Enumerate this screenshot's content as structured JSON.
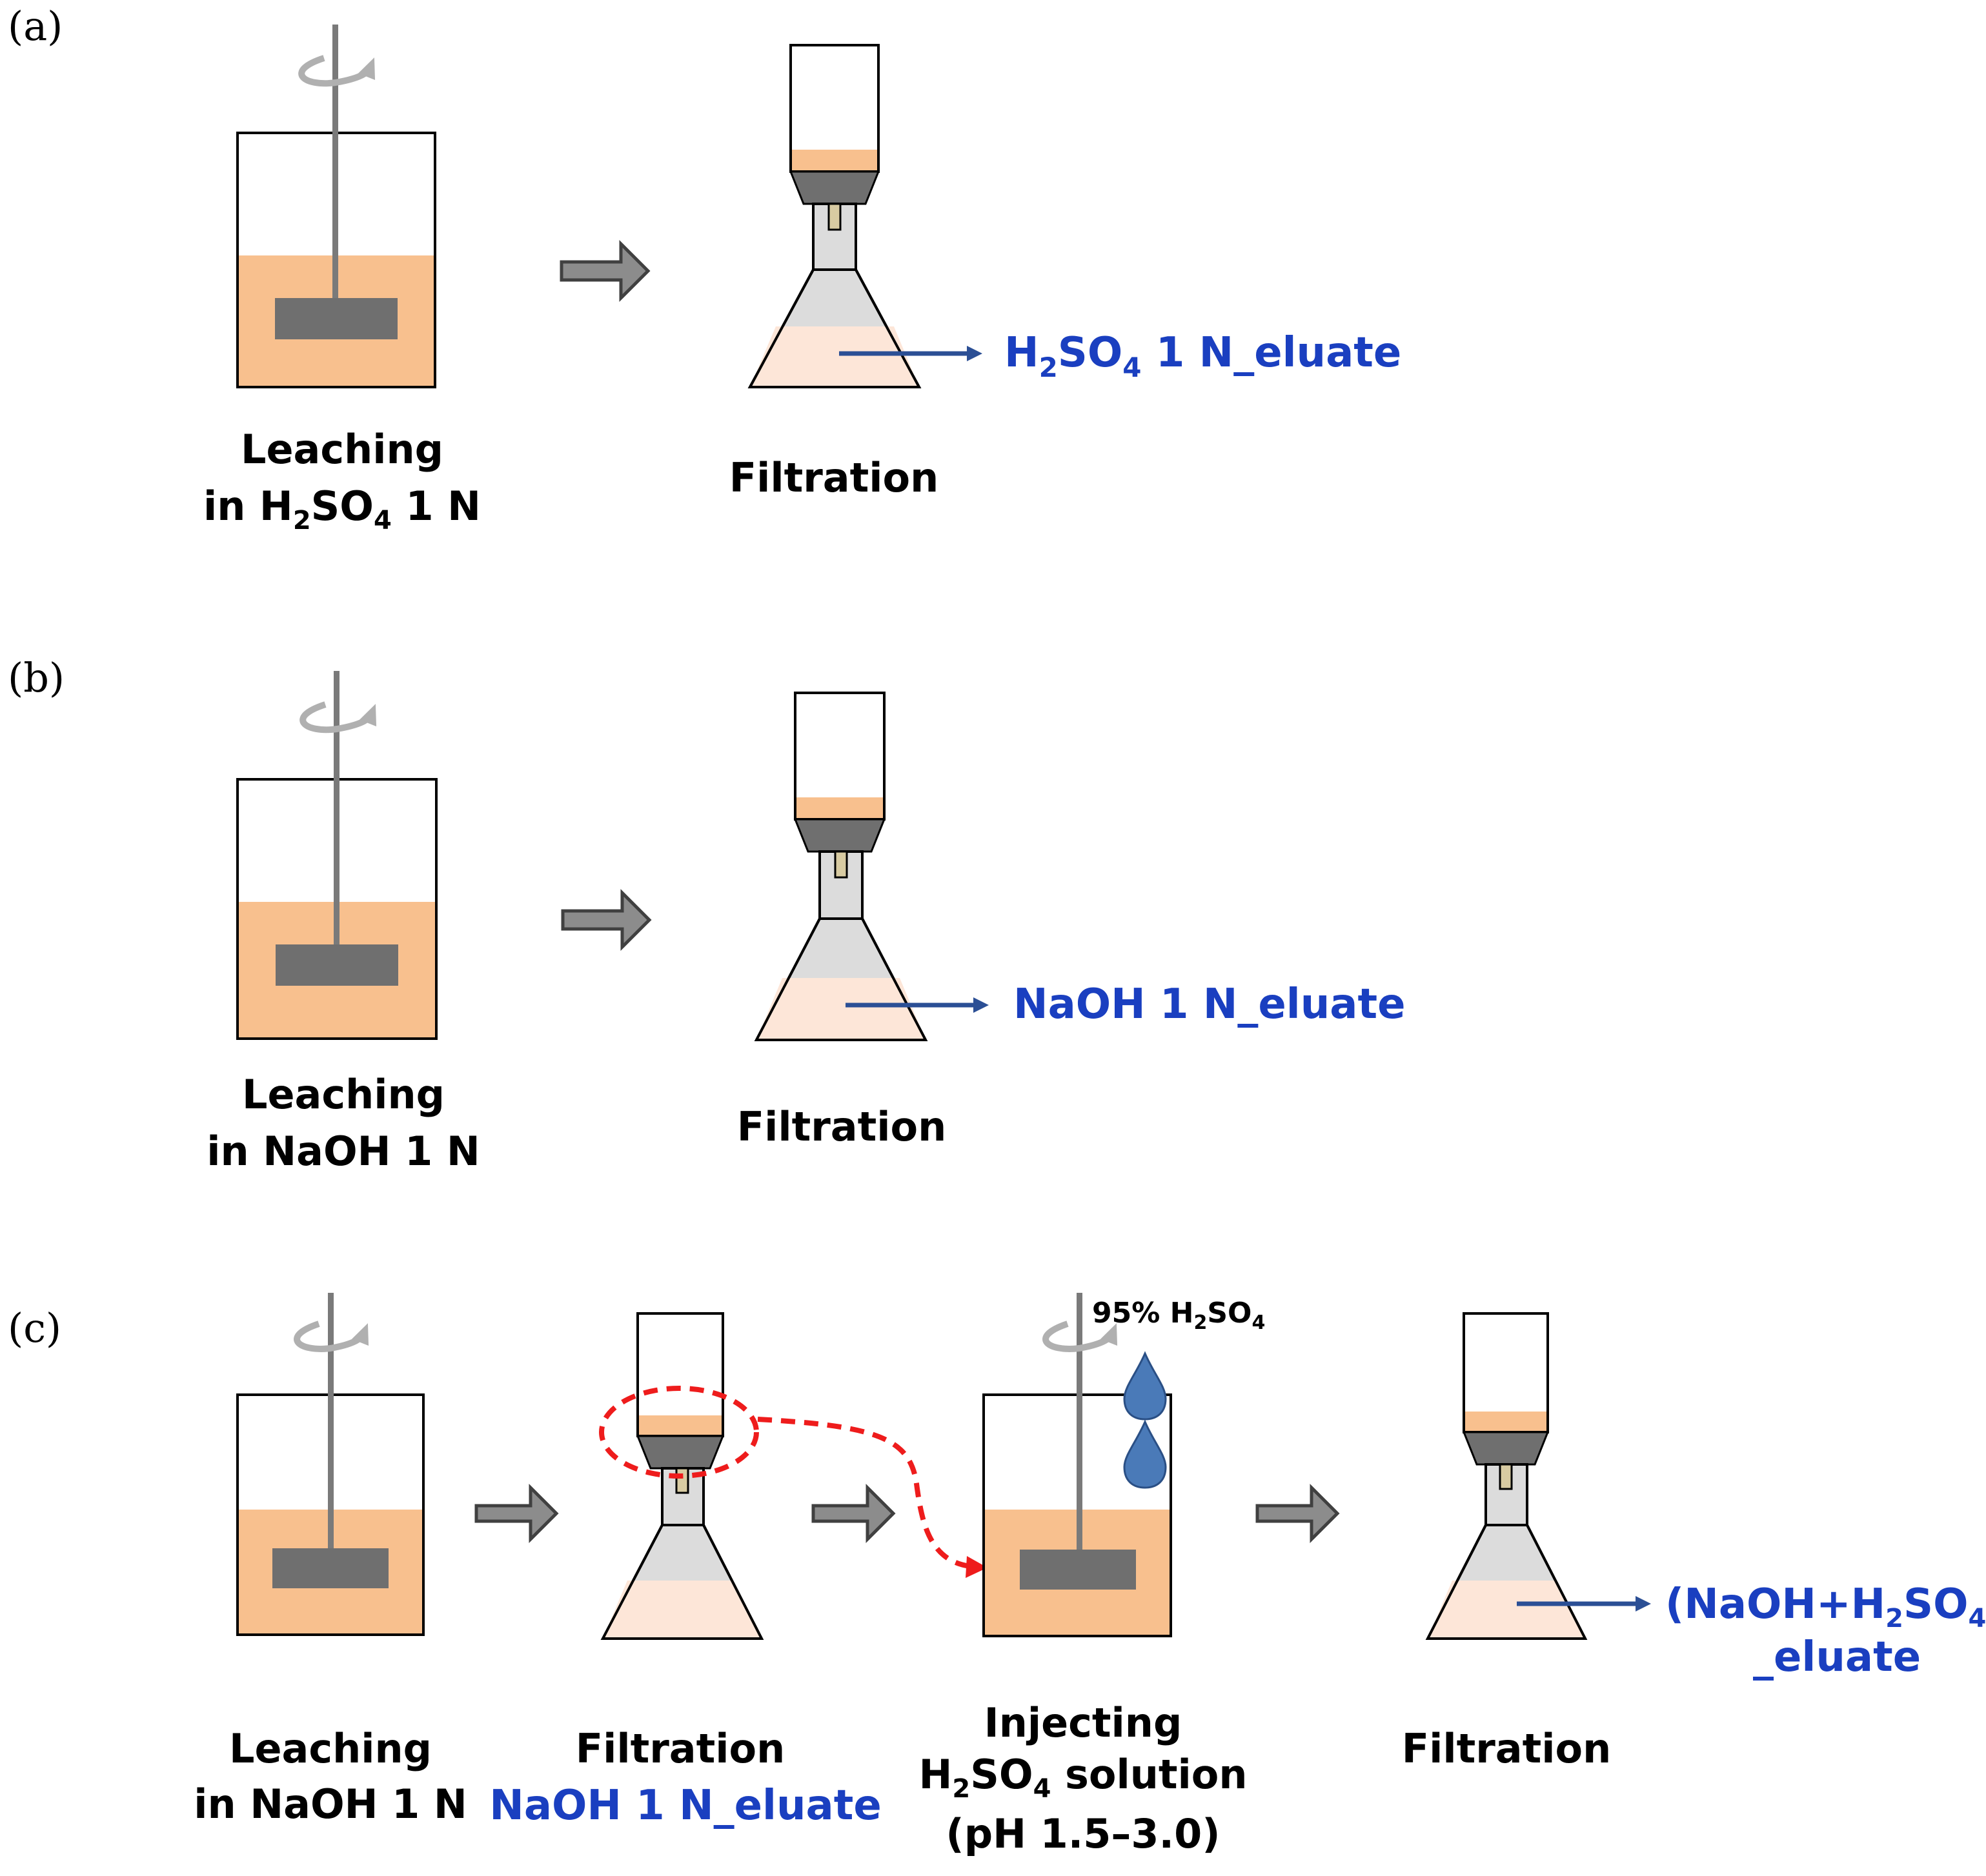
{
  "panels": {
    "a": {
      "label": "(a)",
      "step1": {
        "line1": "Leaching",
        "line2_pre": "in H",
        "sub1": "2",
        "mid": "SO",
        "sub2": "4",
        "post": " 1 N"
      },
      "step2": {
        "caption": "Filtration"
      },
      "eluate": {
        "pre": "H",
        "sub1": "2",
        "mid": "SO",
        "sub2": "4",
        "post": " 1 N_eluate"
      }
    },
    "b": {
      "label": "(b)",
      "step1": {
        "line1": "Leaching",
        "line2": "in NaOH 1 N"
      },
      "step2": {
        "caption": "Filtration"
      },
      "eluate": "NaOH 1 N_eluate"
    },
    "c": {
      "label": "(c)",
      "step1": {
        "line1": "Leaching",
        "line2": "in NaOH 1 N"
      },
      "step2": {
        "caption": "Filtration",
        "eluate": "NaOH 1 N_eluate"
      },
      "reagent": {
        "pre": "95% H",
        "sub1": "2",
        "mid": "SO",
        "sub2": "4"
      },
      "step3": {
        "line1": "Injecting",
        "line2_pre": "H",
        "sub1": "2",
        "mid": "SO",
        "sub2": "4",
        "post": " solution",
        "line3": "(pH 1.5–3.0)"
      },
      "step4": {
        "caption": "Filtration"
      },
      "eluate": {
        "line1_pre": "(NaOH+H",
        "sub1": "2",
        "mid": "SO",
        "sub2": "4",
        "post": ")",
        "line2": "_eluate"
      }
    }
  },
  "colors": {
    "liquid": "#f8c08e",
    "filtrate": "#fde6d8",
    "flask_gray": "#dcdcdc",
    "impeller": "#6f6f6f",
    "arrow_fill": "#8c8c8c",
    "eluate_text": "#1a3fc0",
    "pointer_line": "#2b4f95",
    "transfer_arrow": "#ee1c1c",
    "drop": "#4a7ab8"
  }
}
